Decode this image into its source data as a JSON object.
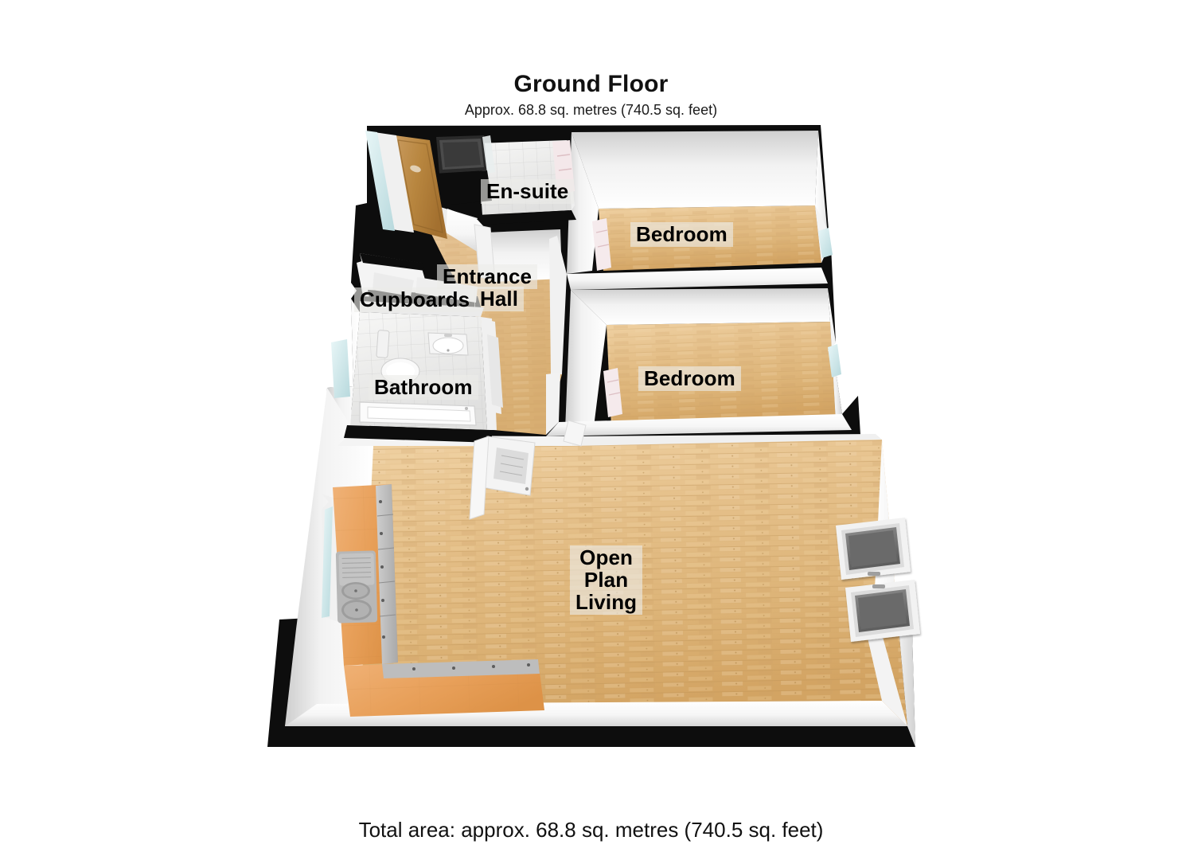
{
  "document": {
    "type": "floor-plan",
    "heading": {
      "title": "Ground Floor",
      "subtitle": "Approx. 68.8 sq. metres (740.5 sq. feet)"
    },
    "footer": {
      "total_area": "Total area: approx. 68.8 sq. metres (740.5 sq. feet)"
    },
    "area": {
      "metric": "68.8 sq. metres",
      "imperial": "740.5 sq. feet"
    }
  },
  "rooms": [
    {
      "id": "ensuite",
      "label": "En-suite",
      "features": [
        "shower",
        "toilet",
        "window"
      ]
    },
    {
      "id": "bedroom-1",
      "label": "Bedroom",
      "features": [
        "bay-window",
        "wood-floor",
        "door"
      ]
    },
    {
      "id": "bedroom-2",
      "label": "Bedroom",
      "features": [
        "bay-window",
        "wood-floor",
        "door"
      ]
    },
    {
      "id": "entrance-hall",
      "label_line1": "Entrance",
      "label_line2": "Hall",
      "features": [
        "front-door",
        "wood-floor"
      ]
    },
    {
      "id": "cupboards",
      "label": "Cupboards",
      "features": [
        "storage"
      ]
    },
    {
      "id": "bathroom",
      "label": "Bathroom",
      "features": [
        "bath",
        "toilet",
        "basin",
        "window"
      ]
    },
    {
      "id": "open-plan-living",
      "label_line1": "Open",
      "label_line2": "Plan",
      "label_line3": "Living",
      "features": [
        "kitchen-counter",
        "double-sink",
        "two-windows",
        "wood-floor"
      ]
    }
  ],
  "colors": {
    "wall_outline": "#0d0d0d",
    "wall_face": "#ffffff",
    "wall_shade": "#e2e2e2",
    "floor_wood_light": "#e8c898",
    "floor_wood_mid": "#d8ad74",
    "floor_wood_dark": "#c1924f",
    "counter_top": "#e8a863",
    "tile_floor": "#efefee",
    "glass": "#d9ecef",
    "metal": "#9a9a9a",
    "label_bg": "#ecece8",
    "text": "#000000",
    "background": "#ffffff"
  }
}
